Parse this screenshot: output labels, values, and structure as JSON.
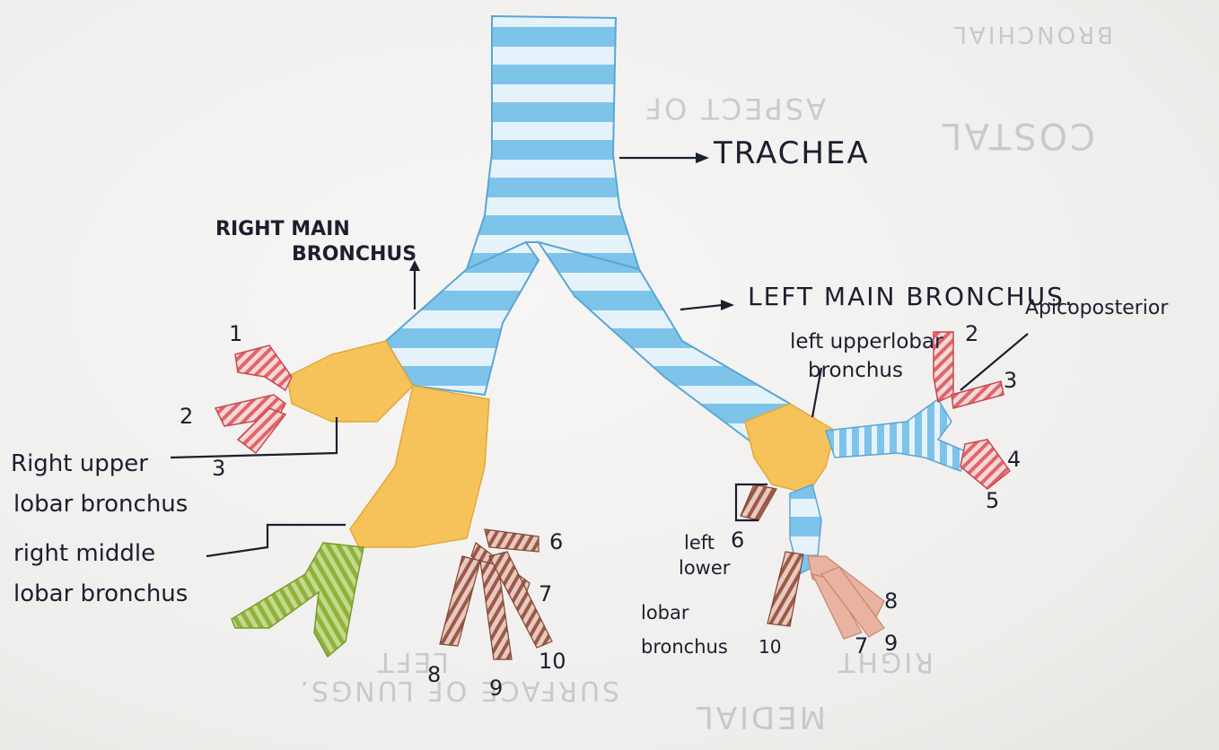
{
  "labels": {
    "trachea": "TRACHEA",
    "right_main_line1": "RIGHT MAIN",
    "right_main_line2": "BRONCHUS",
    "left_main": "LEFT MAIN BRONCHUS.",
    "left_upper_line1": "left upperlobar",
    "left_upper_line2": "bronchus",
    "apicoposterior": "Apicoposterior",
    "right_upper_line1": "Right upper",
    "right_upper_line2": "lobar bronchus",
    "right_middle_line1": "right middle",
    "right_middle_line2": "lobar bronchus",
    "left_lower_line1": "left",
    "left_lower_line2": "lower",
    "left_lower_line3": "lobar",
    "left_lower_line4": "bronchus"
  },
  "segment_numbers": {
    "r1": "1",
    "r2": "2",
    "r3": "3",
    "r6": "6",
    "r7": "7",
    "r10": "10",
    "r8": "8",
    "r9": "9",
    "l2": "2",
    "l3": "3",
    "l4": "4",
    "l5": "5",
    "l6": "6",
    "l8": "8",
    "l10": "10",
    "l7": "7",
    "l9": "9"
  },
  "show_through": {
    "costal": "COSTAL",
    "aspect_of": "ASPECT OF",
    "medial": "MEDIAL",
    "surface": "SURFACE OF LUNGS.",
    "right": "RIGHT",
    "left": "LEFT",
    "bronchial": "BRONCHIAL"
  },
  "colors": {
    "trachea_blue": "#7ec3ea",
    "cartilage_light": "#e6f2fa",
    "lobar_yellow": "#f6c35a",
    "segment_red": "#e0656b",
    "segment_brown": "#9a5a4a",
    "middle_green": "#9fc04a",
    "ink": "#1b1f2e"
  }
}
